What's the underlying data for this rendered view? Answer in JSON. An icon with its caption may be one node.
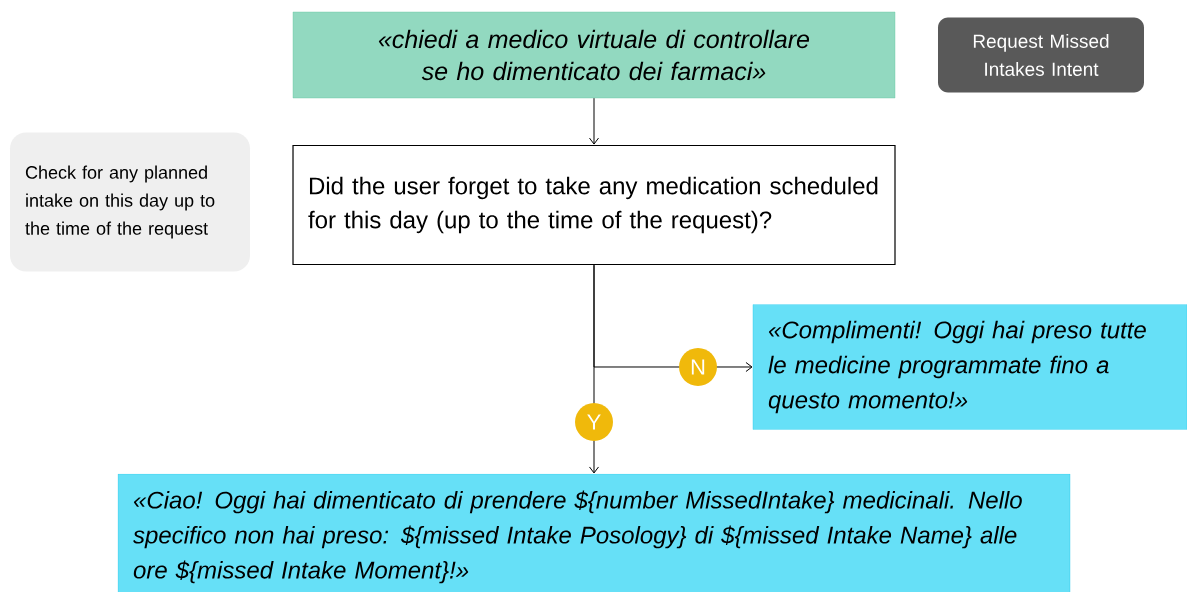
{
  "diagram": {
    "nodes": [
      {
        "text": [
          "«chiedi a medico virtuale di controllare se ho dimenticato dei farmaci»"
        ]
      },
      {
        "text": [
          "Request Missed Intakes Intent"
        ]
      },
      {
        "text": [
          "Check for any planned intake on this day up to the time of the request"
        ]
      },
      {
        "text": [
          "Did the user forget to take any medication scheduled for this day (up to the time of the request)?"
        ]
      },
      {
        "text": [
          "«Complimenti! Oggi hai preso tutte le medicine programmate fino a questo momento!»"
        ]
      },
      {
        "text": [
          "«Ciao! Oggi hai dimenticato di prendere ${number MissedIntake} medicinali. Nello specifico non hai preso: ${missed Intake Posology} di ${missed Intake Name} alle ore ${missed Intake Moment}!»"
        ]
      }
    ],
    "edges": [
      {
        "from": 0,
        "to": 3,
        "arrow": "to"
      },
      {
        "from": 3,
        "to": 4,
        "arrow": "to",
        "label": "N"
      },
      {
        "from": 3,
        "to": 5,
        "arrow": "to",
        "label": "Y"
      }
    ]
  }
}
